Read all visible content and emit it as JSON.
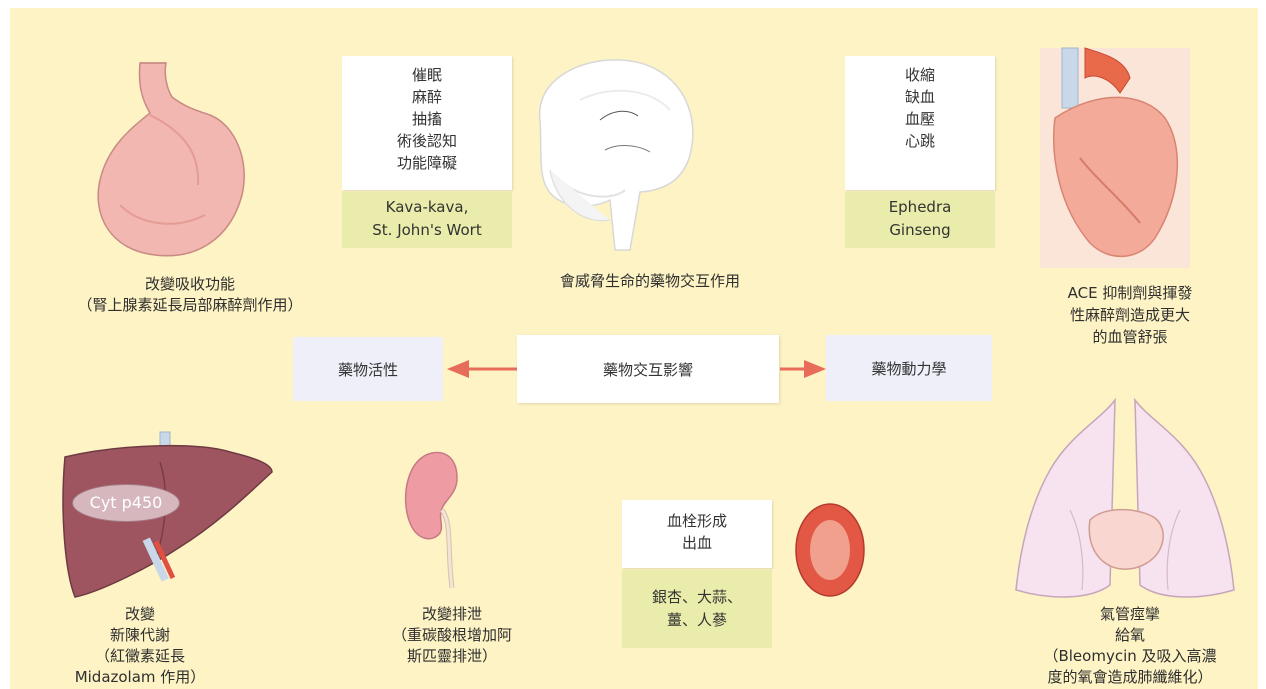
{
  "center": {
    "title": "藥物交互影響",
    "left_box": "藥物活性",
    "right_box": "藥物動力學"
  },
  "brain": {
    "effects": "催眠\n麻醉\n抽搐\n術後認知\n功能障礙",
    "herbs": "Kava-kava,\nSt. John's Wort",
    "caption": "會威脅生命的藥物交互作用"
  },
  "heart": {
    "effects": "收縮\n缺血\n血壓\n心跳",
    "herbs": "Ephedra\nGinseng",
    "caption": "ACE 抑制劑與揮發\n性麻醉劑造成更大\n的血管舒張"
  },
  "stomach": {
    "caption": "改變吸收功能\n（腎上腺素延長局部麻醉劑作用）"
  },
  "liver": {
    "tag": "Cyt p450",
    "caption": "改變\n新陳代謝\n（紅黴素延長\nMidazolam 作用）"
  },
  "kidney": {
    "caption": "改變排泄\n（重碳酸根增加阿\n斯匹靈排泄）"
  },
  "blood": {
    "effects": "血栓形成\n出血",
    "herbs": "銀杏、大蒜、\n薑、人蔘"
  },
  "lung": {
    "caption": "氣管痙攣\n給氧\n（Bleomycin 及吸入高濃\n度的氧會造成肺纖維化）"
  },
  "colors": {
    "background": "#fdf3c4",
    "box_fill": "#e9ecaa",
    "arrow": "#e86c5a",
    "rect_fill": "#eeeff9"
  }
}
